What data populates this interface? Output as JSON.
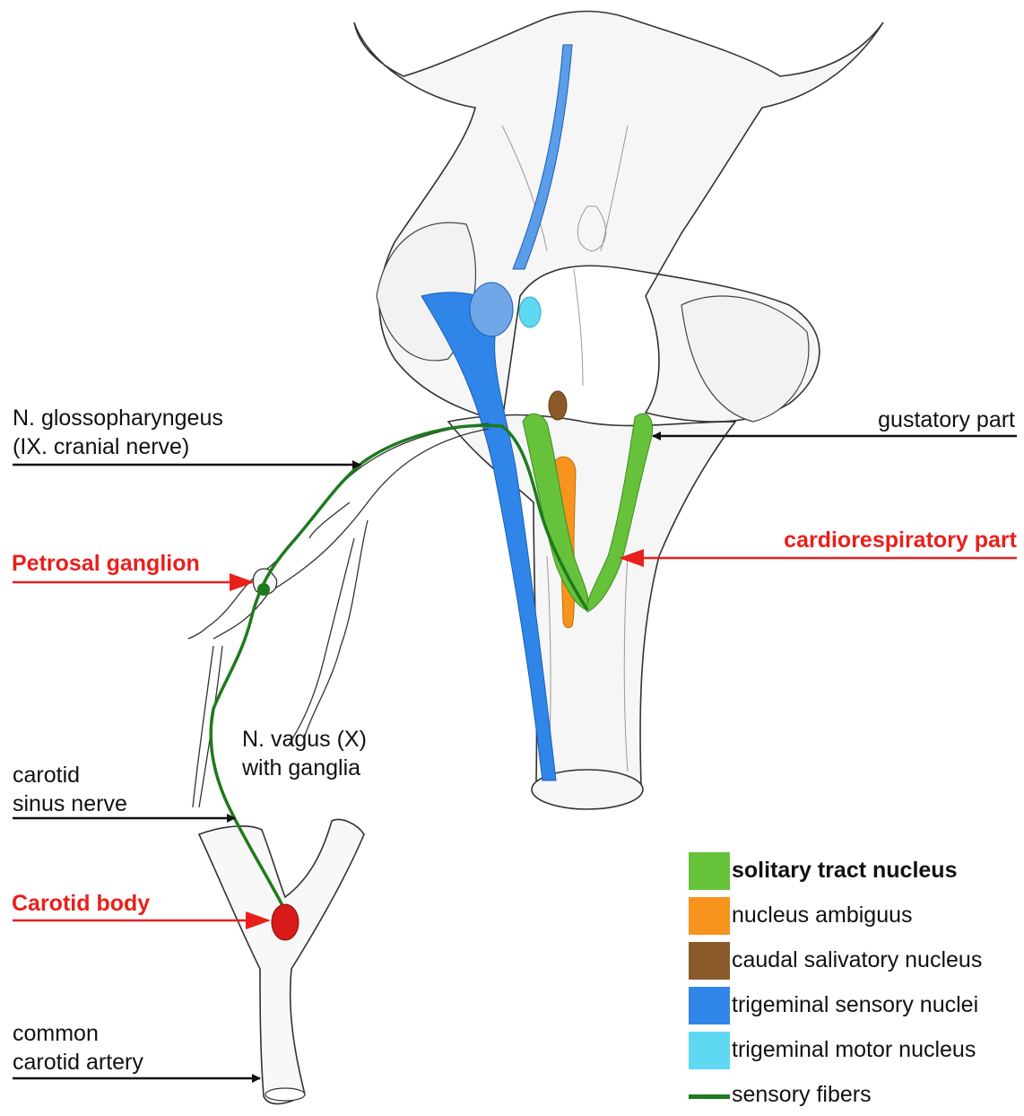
{
  "labels": {
    "glosso_1": "N. glossopharyngeus",
    "glosso_2": "(IX. cranial nerve)",
    "petrosal": "Petrosal ganglion",
    "vagus_1": "N. vagus (X)",
    "vagus_2": "with ganglia",
    "sinus_1": "carotid",
    "sinus_2": "sinus nerve",
    "carotid_body": "Carotid body",
    "artery_1": "common",
    "artery_2": "carotid artery",
    "gustatory": "gustatory part",
    "cardio": "cardiorespiratory part"
  },
  "legend": [
    {
      "label": "solitary tract nucleus",
      "color": "#66c23a",
      "kind": "swatch"
    },
    {
      "label": "nucleus ambiguus",
      "color": "#f7941d",
      "kind": "swatch"
    },
    {
      "label": "caudal salivatory nucleus",
      "color": "#8b5a2b",
      "kind": "swatch"
    },
    {
      "label": "trigeminal sensory nuclei",
      "color": "#2f86e8",
      "kind": "swatch"
    },
    {
      "label": "trigeminal motor nucleus",
      "color": "#5fd8f2",
      "kind": "swatch"
    },
    {
      "label": "sensory fibers",
      "color": "#1e7a1e",
      "kind": "line"
    }
  ],
  "colors": {
    "label_red": "#e8201c",
    "arrow_black": "#111111",
    "carotid_body": "#d91a1a"
  }
}
